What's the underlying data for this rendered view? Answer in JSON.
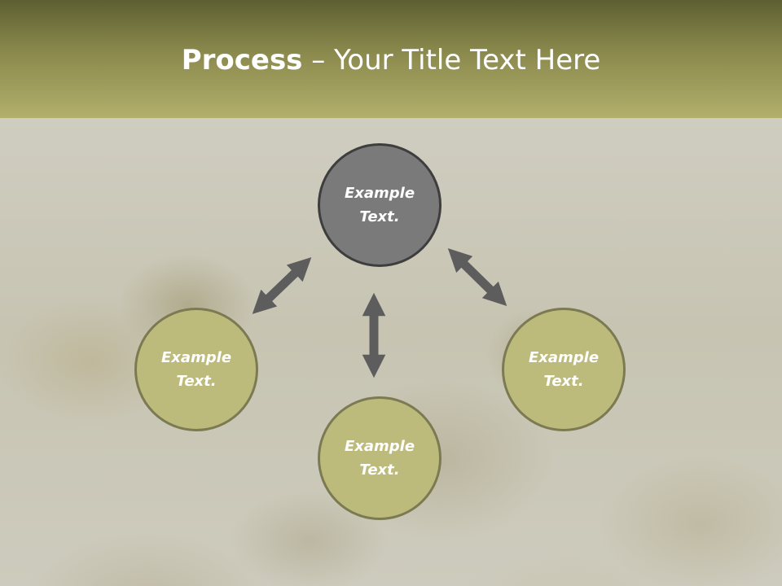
{
  "title": {
    "bold": "Process",
    "rest": " – Your Title Text Here"
  },
  "nodes": {
    "top": "Example\nText.",
    "left": "Example\nText.",
    "bottom": "Example\nText.",
    "right": "Example\nText."
  },
  "colors": {
    "header": "#8b8a4d",
    "node_fill": "#bdbb7c",
    "center_fill": "#7a7a7a",
    "arrow": "#5d5d5d"
  }
}
